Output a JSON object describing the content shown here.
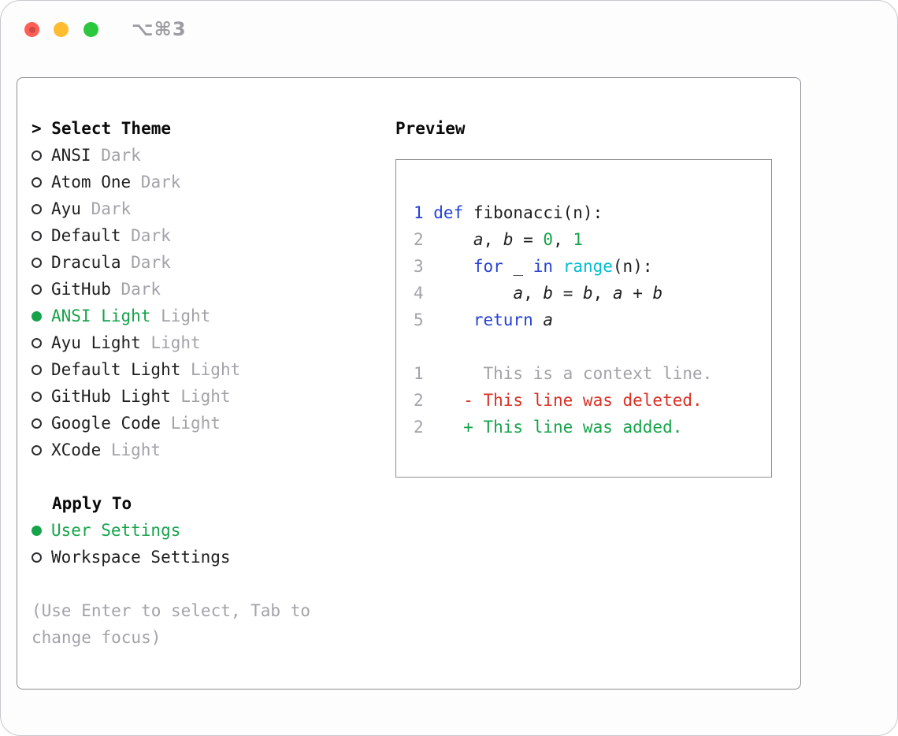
{
  "window": {
    "title": "⌥⌘3"
  },
  "colors": {
    "accent_green": "#16a34a",
    "keyword_blue": "#2642d6",
    "builtin_cyan": "#00bcd4",
    "deleted_red": "#d93025",
    "muted_gray": "#a2a2a8",
    "traffic_red": "#ff5f57",
    "traffic_yellow": "#febc2e",
    "traffic_green": "#2bc83e"
  },
  "theme_picker": {
    "heading": "> Select Theme",
    "items": [
      {
        "name": "ANSI",
        "variant": "Dark",
        "selected": false
      },
      {
        "name": "Atom One",
        "variant": "Dark",
        "selected": false
      },
      {
        "name": "Ayu",
        "variant": "Dark",
        "selected": false
      },
      {
        "name": "Default",
        "variant": "Dark",
        "selected": false
      },
      {
        "name": "Dracula",
        "variant": "Dark",
        "selected": false
      },
      {
        "name": "GitHub",
        "variant": "Dark",
        "selected": false
      },
      {
        "name": "ANSI Light",
        "variant": "Light",
        "selected": true
      },
      {
        "name": "Ayu Light",
        "variant": "Light",
        "selected": false
      },
      {
        "name": "Default Light",
        "variant": "Light",
        "selected": false
      },
      {
        "name": "GitHub Light",
        "variant": "Light",
        "selected": false
      },
      {
        "name": "Google Code",
        "variant": "Light",
        "selected": false
      },
      {
        "name": "XCode",
        "variant": "Light",
        "selected": false
      }
    ]
  },
  "apply_to": {
    "heading": "Apply To",
    "options": [
      {
        "label": "User Settings",
        "selected": true
      },
      {
        "label": "Workspace Settings",
        "selected": false
      }
    ]
  },
  "hint": "(Use Enter to select, Tab to change focus)",
  "preview": {
    "heading": "Preview",
    "lines": [
      {
        "num": "1",
        "num_style": "kw",
        "tokens": [
          {
            "t": "def",
            "c": "kw"
          },
          {
            "t": " fibonacci(n):",
            "c": "plain"
          }
        ]
      },
      {
        "num": "2",
        "num_style": "mut",
        "tokens": [
          {
            "t": "    ",
            "c": "plain"
          },
          {
            "t": "a",
            "c": "var"
          },
          {
            "t": ", ",
            "c": "plain"
          },
          {
            "t": "b",
            "c": "var"
          },
          {
            "t": " = ",
            "c": "plain"
          },
          {
            "t": "0",
            "c": "num"
          },
          {
            "t": ", ",
            "c": "plain"
          },
          {
            "t": "1",
            "c": "num"
          }
        ]
      },
      {
        "num": "3",
        "num_style": "mut",
        "tokens": [
          {
            "t": "    ",
            "c": "plain"
          },
          {
            "t": "for",
            "c": "kw"
          },
          {
            "t": " _ ",
            "c": "plain"
          },
          {
            "t": "in",
            "c": "kw"
          },
          {
            "t": " ",
            "c": "plain"
          },
          {
            "t": "range",
            "c": "builtin"
          },
          {
            "t": "(n):",
            "c": "plain"
          }
        ]
      },
      {
        "num": "4",
        "num_style": "mut",
        "tokens": [
          {
            "t": "        ",
            "c": "plain"
          },
          {
            "t": "a",
            "c": "var"
          },
          {
            "t": ", ",
            "c": "plain"
          },
          {
            "t": "b",
            "c": "var"
          },
          {
            "t": " = ",
            "c": "plain"
          },
          {
            "t": "b",
            "c": "var"
          },
          {
            "t": ", ",
            "c": "plain"
          },
          {
            "t": "a",
            "c": "var"
          },
          {
            "t": " + ",
            "c": "plain"
          },
          {
            "t": "b",
            "c": "var"
          }
        ]
      },
      {
        "num": "5",
        "num_style": "mut",
        "tokens": [
          {
            "t": "    ",
            "c": "plain"
          },
          {
            "t": "return",
            "c": "kw"
          },
          {
            "t": " ",
            "c": "plain"
          },
          {
            "t": "a",
            "c": "var"
          }
        ]
      },
      {
        "num": "",
        "num_style": "mut",
        "tokens": []
      },
      {
        "num": "1",
        "num_style": "mut",
        "tokens": [
          {
            "t": "     This is a context line.",
            "c": "ctx"
          }
        ]
      },
      {
        "num": "2",
        "num_style": "mut",
        "tokens": [
          {
            "t": "   - This line was deleted.",
            "c": "del"
          }
        ]
      },
      {
        "num": "2",
        "num_style": "mut",
        "tokens": [
          {
            "t": "   + This line was added.",
            "c": "add"
          }
        ]
      }
    ]
  }
}
